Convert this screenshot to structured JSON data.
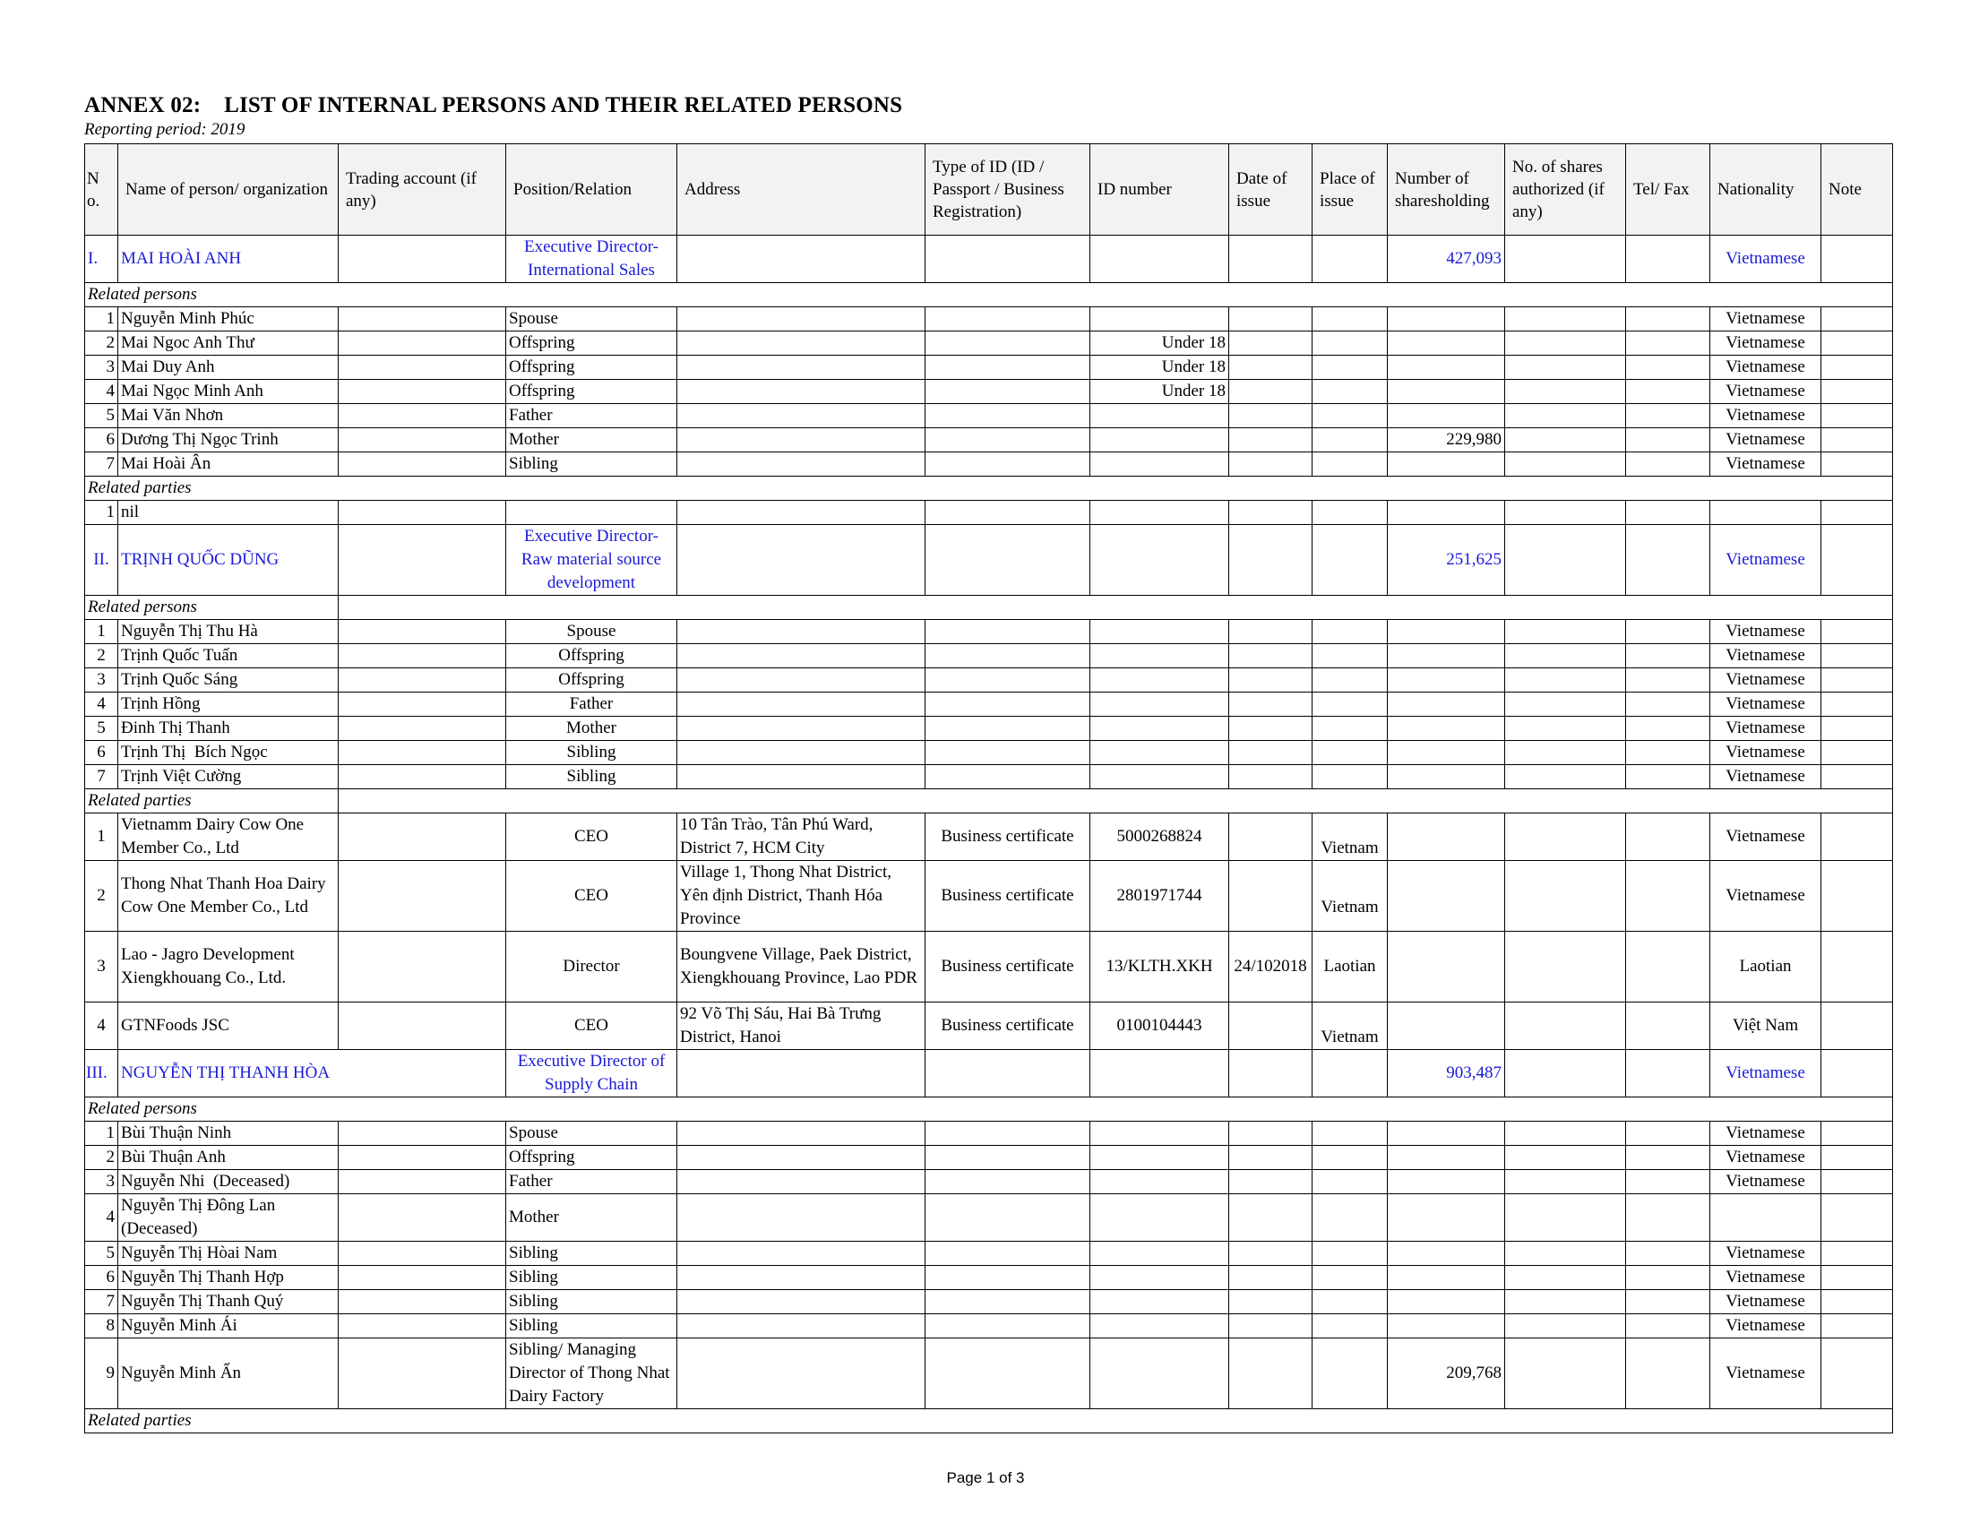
{
  "document": {
    "title": "ANNEX 02:    LIST OF INTERNAL PERSONS AND THEIR RELATED PERSONS",
    "subtitle": "Reporting period: 2019",
    "footer": "Page 1 of 3"
  },
  "colors": {
    "highlight_text": "#1a1ad6",
    "header_bg": "#f2f2f2"
  },
  "table": {
    "columns": [
      "N o.",
      "Name of person/ organization",
      "Trading account (if any)",
      "Position/Relation",
      "Address",
      "Type of ID (ID / Passport / Business Registration)",
      "ID number",
      "Date of issue",
      "Place of issue",
      "Number of sharesholding",
      "No. of shares authorized (if any)",
      "Tel/ Fax",
      "Nationality",
      "Note"
    ],
    "sections": [
      {
        "no": "I.",
        "name": "MAI HOÀI ANH",
        "position": "Executive Director- International Sales",
        "shareholding": "427,093",
        "nationality": "Vietnamese",
        "related_persons_label": "Related persons",
        "related_persons": [
          {
            "no": "1",
            "name": "Nguyễn Minh Phúc",
            "relation": "Spouse",
            "id_number": "",
            "shareholding": "",
            "nationality": "Vietnamese"
          },
          {
            "no": "2",
            "name": "Mai Ngoc Anh Thư",
            "relation": "Offspring",
            "id_number": "Under 18",
            "shareholding": "",
            "nationality": "Vietnamese"
          },
          {
            "no": "3",
            "name": "Mai Duy Anh",
            "relation": "Offspring",
            "id_number": "Under 18",
            "shareholding": "",
            "nationality": "Vietnamese"
          },
          {
            "no": "4",
            "name": "Mai Ngọc Minh Anh",
            "relation": "Offspring",
            "id_number": "Under 18",
            "shareholding": "",
            "nationality": "Vietnamese"
          },
          {
            "no": "5",
            "name": "Mai Văn Nhơn",
            "relation": "Father",
            "id_number": "",
            "shareholding": "",
            "nationality": "Vietnamese"
          },
          {
            "no": "6",
            "name": "Dương Thị Ngọc Trinh",
            "relation": "Mother",
            "id_number": "",
            "shareholding": "229,980",
            "nationality": "Vietnamese"
          },
          {
            "no": "7",
            "name": "Mai Hoài Ân",
            "relation": "Sibling",
            "id_number": "",
            "shareholding": "",
            "nationality": "Vietnamese"
          }
        ],
        "related_parties_label": "Related parties",
        "related_parties": [
          {
            "no": "1",
            "name": "nil"
          }
        ]
      },
      {
        "no": "II.",
        "name": "TRỊNH QUỐC DŨNG",
        "position": "Executive Director- Raw material source development",
        "shareholding": "251,625",
        "nationality": "Vietnamese",
        "related_persons_label": "Related persons",
        "related_persons": [
          {
            "no": "1",
            "name": "Nguyễn Thị Thu Hà",
            "relation": "Spouse",
            "nationality": "Vietnamese"
          },
          {
            "no": "2",
            "name": "Trịnh Quốc Tuấn",
            "relation": "Offspring",
            "nationality": "Vietnamese"
          },
          {
            "no": "3",
            "name": "Trịnh Quốc Sáng",
            "relation": "Offspring",
            "nationality": "Vietnamese"
          },
          {
            "no": "4",
            "name": "Trịnh Hồng",
            "relation": "Father",
            "nationality": "Vietnamese"
          },
          {
            "no": "5",
            "name": "Đinh Thị Thanh",
            "relation": "Mother",
            "nationality": "Vietnamese"
          },
          {
            "no": "6",
            "name": "Trịnh Thị  Bích Ngọc",
            "relation": "Sibling",
            "nationality": "Vietnamese"
          },
          {
            "no": "7",
            "name": "Trịnh Việt Cường",
            "relation": "Sibling",
            "nationality": "Vietnamese"
          }
        ],
        "related_parties_label": "Related parties",
        "related_parties": [
          {
            "no": "1",
            "name": "Vietnamm Dairy Cow One Member Co., Ltd",
            "relation": "CEO",
            "address": "10 Tân Trào, Tân Phú Ward, District 7, HCM City",
            "id_type": "Business certificate",
            "id_number": "5000268824",
            "date_of_issue": "",
            "place_of_issue": "Vietnam",
            "nationality": "Vietnamese"
          },
          {
            "no": "2",
            "name": "Thong Nhat Thanh Hoa Dairy Cow One Member Co., Ltd",
            "relation": "CEO",
            "address": "Village 1, Thong Nhat District, Yên định District, Thanh Hóa Province",
            "id_type": "Business certificate",
            "id_number": "2801971744",
            "date_of_issue": "",
            "place_of_issue": "Vietnam",
            "nationality": "Vietnamese"
          },
          {
            "no": "3",
            "name": "Lao - Jagro Development Xiengkhouang Co., Ltd.",
            "relation": "Director",
            "address": "Boungvene Village, Paek District, Xiengkhouang Province, Lao PDR",
            "id_type": "Business certificate",
            "id_number": "13/KLTH.XKH",
            "date_of_issue": "24/102018",
            "place_of_issue": "Laotian",
            "nationality": "Laotian"
          },
          {
            "no": "4",
            "name": "GTNFoods JSC",
            "relation": "CEO",
            "address": "92 Võ Thị Sáu, Hai Bà Trưng District, Hanoi",
            "id_type": "Business certificate",
            "id_number": "0100104443",
            "date_of_issue": "",
            "place_of_issue": "Vietnam",
            "nationality": "Việt Nam"
          }
        ]
      },
      {
        "no": "III.",
        "name": "NGUYỄN THỊ THANH HÒA",
        "position": "Executive Director of Supply Chain",
        "shareholding": "903,487",
        "nationality": "Vietnamese",
        "related_persons_label": "Related persons",
        "related_persons": [
          {
            "no": "1",
            "name": "Bùi Thuận Ninh",
            "relation": "Spouse",
            "shareholding": "",
            "nationality": "Vietnamese"
          },
          {
            "no": "2",
            "name": "Bùi Thuận Anh",
            "relation": "Offspring",
            "shareholding": "",
            "nationality": "Vietnamese"
          },
          {
            "no": "3",
            "name": "Nguyễn Nhi  (Deceased)",
            "relation": "Father",
            "shareholding": "",
            "nationality": "Vietnamese"
          },
          {
            "no": "4",
            "name": "Nguyễn Thị Đông Lan (Deceased)",
            "relation": "Mother",
            "shareholding": "",
            "nationality": ""
          },
          {
            "no": "5",
            "name": "Nguyễn Thị Hòai Nam",
            "relation": "Sibling",
            "shareholding": "",
            "nationality": "Vietnamese"
          },
          {
            "no": "6",
            "name": "Nguyễn Thị Thanh Hợp",
            "relation": "Sibling",
            "shareholding": "",
            "nationality": "Vietnamese"
          },
          {
            "no": "7",
            "name": "Nguyễn Thị Thanh Quý",
            "relation": "Sibling",
            "shareholding": "",
            "nationality": "Vietnamese"
          },
          {
            "no": "8",
            "name": "Nguyễn Minh Ái",
            "relation": "Sibling",
            "shareholding": "",
            "nationality": "Vietnamese"
          },
          {
            "no": "9",
            "name": "Nguyễn Minh Ẩn",
            "relation": "Sibling/ Managing Director of Thong Nhat Dairy Factory",
            "shareholding": "209,768",
            "nationality": "Vietnamese"
          }
        ],
        "related_parties_label": "Related parties"
      }
    ]
  }
}
